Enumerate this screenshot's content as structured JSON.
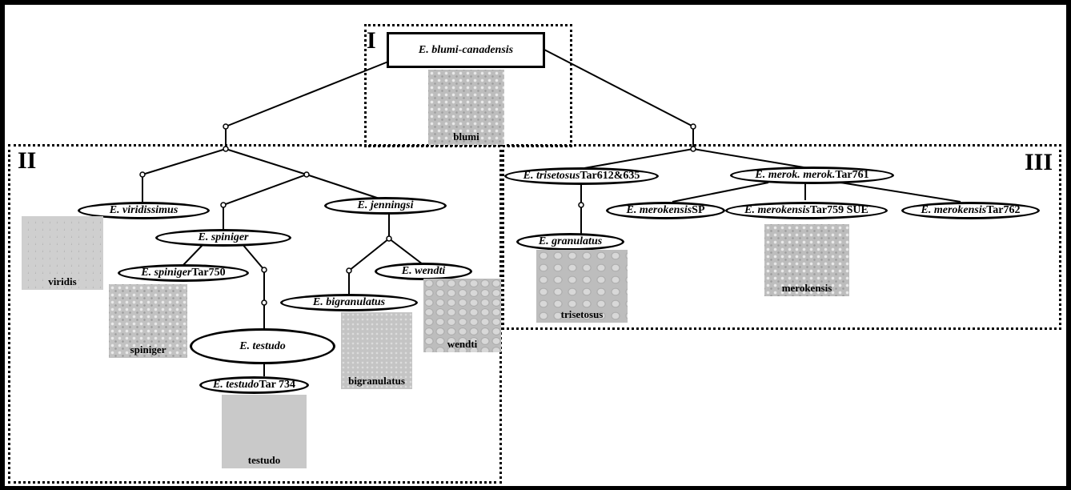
{
  "groups": {
    "I": "I",
    "II": "II",
    "III": "III"
  },
  "root": {
    "label": "E. blumi-canadensis"
  },
  "nodes": {
    "viridissimus": {
      "sp": "E. viridissimus",
      "rest": ""
    },
    "jenningsi": {
      "sp": "E. jenningsi",
      "rest": ""
    },
    "spiniger": {
      "sp": "E. spiniger",
      "rest": ""
    },
    "spiniger750": {
      "sp": "E. spiniger",
      "rest": " Tar750"
    },
    "testudo": {
      "sp": "E. testudo",
      "rest": ""
    },
    "testudo734": {
      "sp": "E. testudo",
      "rest": " Tar 734"
    },
    "bigranulatus": {
      "sp": "E. bigranulatus",
      "rest": ""
    },
    "wendti": {
      "sp": "E. wendti",
      "rest": ""
    },
    "trisetosus": {
      "sp": "E. trisetosus",
      "rest": " Tar612&635"
    },
    "merokmerok": {
      "sp": "E. merok. merok.",
      "rest": " Tar761"
    },
    "granulatus": {
      "sp": "E. granulatus",
      "rest": ""
    },
    "merokSP": {
      "sp": "E. merokensis",
      "rest": " SP"
    },
    "merok759": {
      "sp": "E. merokensis",
      "rest": " Tar759 SUE"
    },
    "merok762": {
      "sp": "E. merokensis",
      "rest": " Tar762"
    }
  },
  "photos": {
    "blumi": "blumi",
    "viridis": "viridis",
    "spiniger": "spiniger",
    "testudo": "testudo",
    "bigranulatus": "bigranulatus",
    "wendti": "wendti",
    "trisetosus": "trisetosus",
    "merokensis": "merokensis"
  }
}
